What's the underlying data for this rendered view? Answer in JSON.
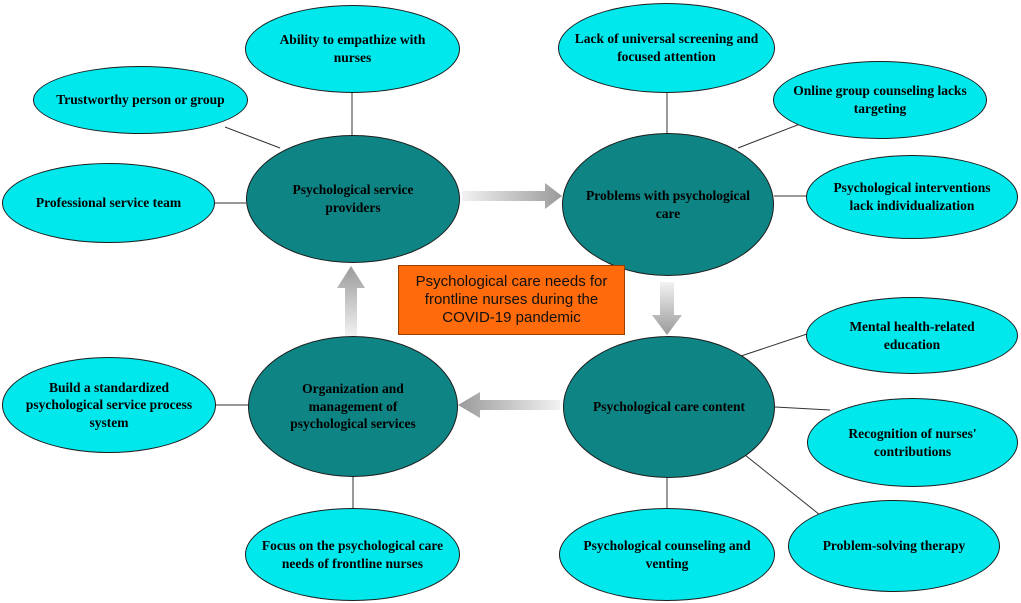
{
  "title": "Psychological care needs for frontline nurses during the COVID-19 pandemic",
  "themes": {
    "providers": "Psychological service providers",
    "problems": "Problems with psychological care",
    "content": "Psychological care content",
    "organization": "Organization and management of psychological services"
  },
  "subthemes": {
    "empathize": "Ability to empathize with nurses",
    "trustworthy": "Trustworthy person or group",
    "professional_team": "Professional service team",
    "screening": "Lack of universal screening and focused attention",
    "online_group": "Online group counseling lacks targeting",
    "individualization": "Psychological interventions lack individualization",
    "education": "Mental health-related education",
    "recognition": "Recognition of nurses' contributions",
    "problem_solving": "Problem-solving therapy",
    "counseling": "Psychological counseling and venting",
    "focus_needs": "Focus on the psychological care needs of frontline nurses",
    "standardized": "Build a standardized psychological service process system"
  },
  "colors": {
    "theme_fill": "#0f8484",
    "subtheme_fill": "#00e8ec",
    "center_fill": "#ff6a0a",
    "arrow": "#a6a6a6"
  }
}
